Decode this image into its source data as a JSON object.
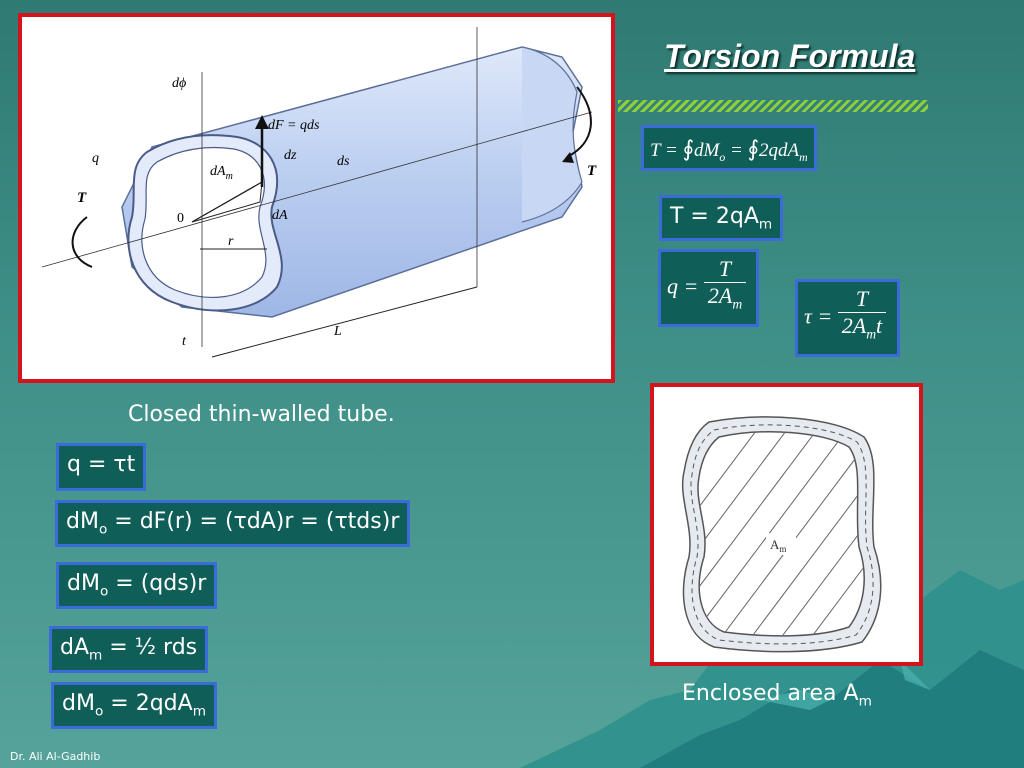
{
  "slide": {
    "title": "Torsion Formula",
    "footer": "Dr. Ali Al-Gadhib"
  },
  "figure_tube": {
    "caption": "Closed thin-walled tube.",
    "labels": {
      "dphi": "dϕ",
      "dF": "dF = qds",
      "q": "q",
      "dz": "dz",
      "ds": "ds",
      "dAm": "dA",
      "dAm_sub": "m",
      "T_left": "T",
      "T_right": "T",
      "zero": "0",
      "dA": "dA",
      "r": "r",
      "t": "t",
      "L": "L"
    }
  },
  "figure_area": {
    "caption_main": "Enclosed area A",
    "caption_sub": "m",
    "label": "A",
    "label_sub": "m"
  },
  "equations": {
    "torque_integral": {
      "lhs": "T",
      "eq1": "=",
      "integral1": "∮",
      "term1": "dM",
      "term1_sub": "o",
      "eq2": "=",
      "integral2": "∮",
      "term2": "2qdA",
      "term2_sub": "m"
    },
    "T_eq": {
      "main": "T = 2qA",
      "sub": "m"
    },
    "q_frac": {
      "lhs": "q =",
      "num": "T",
      "den": "2A",
      "den_sub": "m"
    },
    "tau_frac": {
      "lhs": "τ =",
      "num": "T",
      "den": "2A",
      "den_sub": "m",
      "den_tail": "t"
    },
    "q_tau": {
      "text": "q = τt"
    },
    "dMo_1": {
      "pre": "dM",
      "sub": "o",
      "post": " = dF(r) = (τdA)r = (τtds)r"
    },
    "dMo_2": {
      "pre": "dM",
      "sub": "o",
      "post": " = (qds)r"
    },
    "dAm": {
      "pre": "dA",
      "sub": "m",
      "post": " = ½ rds"
    },
    "dMo_3": {
      "pre": "dM",
      "sub": "o",
      "post": " = 2qdA",
      "sub2": "m"
    }
  },
  "colors": {
    "background": "#3d8e86",
    "box_fill": "#0f5e57",
    "box_border": "#3a6bd9",
    "frame_border": "#d4141c",
    "hatch": "#8fcf3a",
    "tube_fill": "#c9d8f3"
  }
}
